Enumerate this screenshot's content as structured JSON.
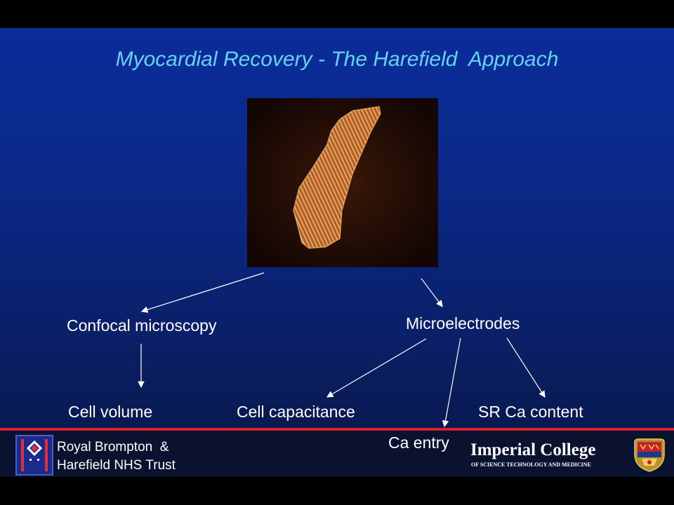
{
  "title": "Myocardial Recovery - The Harefield  Approach",
  "nodes": {
    "confocal": "Confocal microscopy",
    "microelectrodes": "Microelectrodes",
    "cell_volume": "Cell volume",
    "cell_capacitance": "Cell capacitance",
    "ca_entry": "Ca entry",
    "sr_ca_content": "SR Ca content"
  },
  "footer": {
    "trust_line1": "Royal Brompton  &",
    "trust_line2": "Harefield NHS Trust",
    "college_name": "Imperial College",
    "college_subtitle": "OF SCIENCE TECHNOLOGY AND MEDICINE"
  },
  "colors": {
    "title": "#66d3f2",
    "text": "#ffffff",
    "background": "#0a2887",
    "accent_bar": "#d8202a"
  }
}
